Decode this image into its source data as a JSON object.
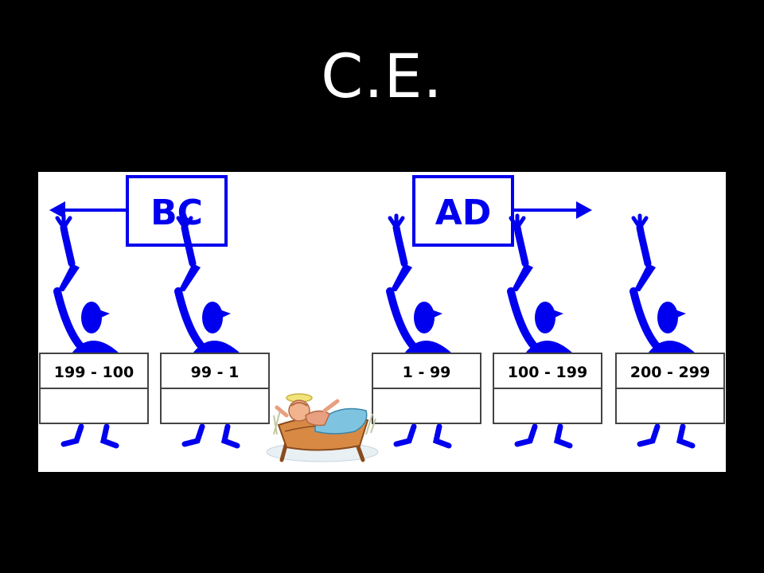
{
  "slide": {
    "title": "C.E."
  },
  "diagram": {
    "left_era_label": "BC",
    "right_era_label": "AD",
    "colors": {
      "figure": "#0000ee",
      "sign_border": "#444444",
      "panel": "#ffffff",
      "background": "#000000"
    },
    "left_signs": [
      "199 - 100",
      "99 - 1"
    ],
    "right_signs": [
      "1 - 99",
      "100 - 199",
      "200 - 299"
    ],
    "center_icon": "baby-in-manger-icon"
  }
}
